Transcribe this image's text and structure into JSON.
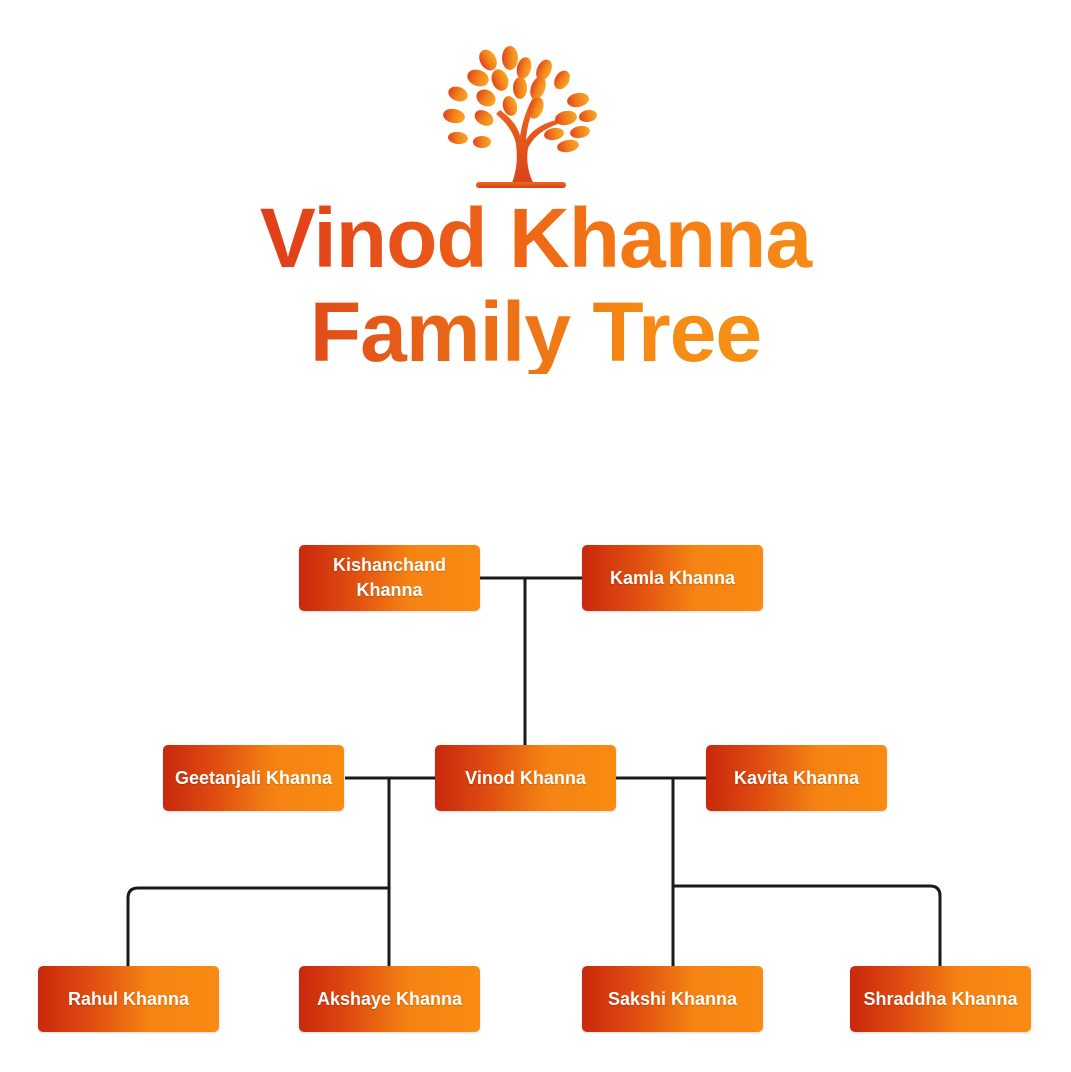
{
  "title": {
    "line1": "Vinod Khanna",
    "line2": "Family Tree"
  },
  "logo": {
    "icon": "tree-icon"
  },
  "colors": {
    "accent_dark": "#c8191a",
    "accent_mid": "#f57d14",
    "accent_light": "#f9a21a",
    "connector": "#1a1a1a",
    "node_text": "#ffffff"
  },
  "tree": {
    "grandparents": [
      {
        "name": "Kishanchand Khanna"
      },
      {
        "name": "Kamla Khanna"
      }
    ],
    "parents": [
      {
        "name": "Geetanjali Khanna"
      },
      {
        "name": "Vinod Khanna"
      },
      {
        "name": "Kavita Khanna"
      }
    ],
    "children": [
      {
        "name": "Rahul Khanna"
      },
      {
        "name": "Akshaye Khanna"
      },
      {
        "name": "Sakshi Khanna"
      },
      {
        "name": "Shraddha Khanna"
      }
    ]
  }
}
